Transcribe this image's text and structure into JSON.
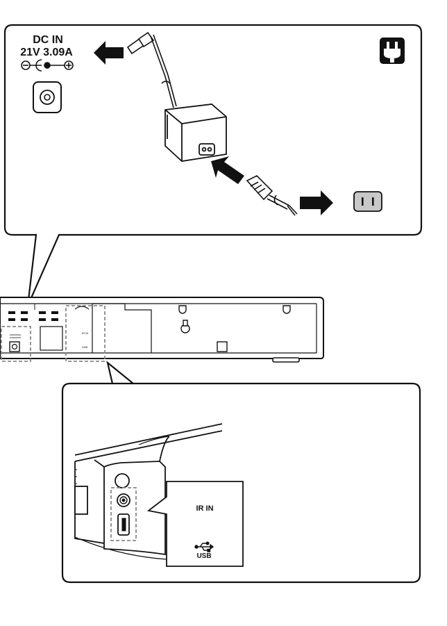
{
  "top_callout": {
    "dc_in_title": "DC IN",
    "dc_in_rating": "21V 3.09A",
    "polarity_icon": "center-positive-polarity-icon",
    "power_icon": "power-plug-icon",
    "outlet_icon": "wall-outlet-icon"
  },
  "device": {
    "small_labels": [
      "IR IN",
      "USB"
    ]
  },
  "bottom_callout": {
    "ir_in_label": "IR IN",
    "usb_label": "USB",
    "usb_icon": "usb-symbol-icon"
  },
  "colors": {
    "line": "#111111",
    "background": "#ffffff",
    "dashed": "#888888"
  }
}
